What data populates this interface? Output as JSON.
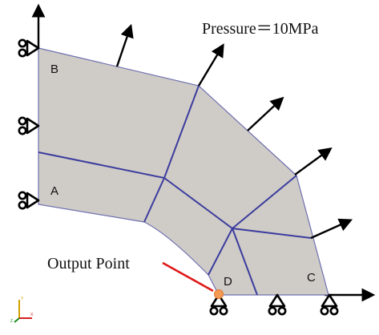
{
  "labels": {
    "corner_b": "B",
    "corner_a": "A",
    "corner_c": "C",
    "corner_d": "D",
    "pressure": "Pressure＝10MPa",
    "output_point": "Output Point"
  },
  "triad": {
    "y_axis_letter": "Y",
    "z_axis_letter": "Z",
    "x_axis_letter": "X"
  },
  "colors": {
    "mesh_fill": "#cfccc7",
    "mesh_lines": "#3b3c9e",
    "pressure_arrows": "#000000",
    "output_arrow": "#e01a1a",
    "output_point": "#f39a55",
    "triad_y": "#d4a000",
    "triad_z": "#1a8a1a",
    "triad_x": "#d42020"
  },
  "icons": {
    "left_supports": "pin-roller-support-icon",
    "bottom_supports": "pin-roller-support-icon",
    "coordinate_axes": "xyz-triad-icon"
  }
}
